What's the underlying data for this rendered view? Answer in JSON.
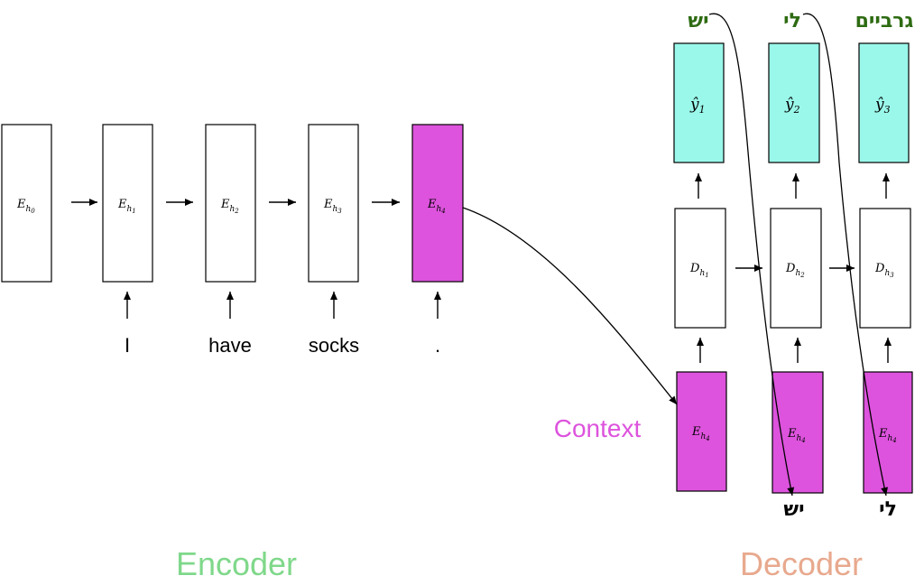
{
  "encoder": {
    "states": [
      {
        "symbol": "E",
        "sub": "h",
        "subsub": "0"
      },
      {
        "symbol": "E",
        "sub": "h",
        "subsub": "1"
      },
      {
        "symbol": "E",
        "sub": "h",
        "subsub": "2"
      },
      {
        "symbol": "E",
        "sub": "h",
        "subsub": "3"
      },
      {
        "symbol": "E",
        "sub": "h",
        "subsub": "4"
      }
    ],
    "inputs": [
      "I",
      "have",
      "socks",
      "."
    ],
    "label": "Encoder",
    "label_color": "#7fd88a"
  },
  "decoder": {
    "states": [
      {
        "symbol": "D",
        "sub": "h",
        "subsub": "1"
      },
      {
        "symbol": "D",
        "sub": "h",
        "subsub": "2"
      },
      {
        "symbol": "D",
        "sub": "h",
        "subsub": "3"
      }
    ],
    "contexts": [
      {
        "symbol": "E",
        "sub": "h",
        "subsub": "4"
      },
      {
        "symbol": "E",
        "sub": "h",
        "subsub": "4"
      },
      {
        "symbol": "E",
        "sub": "h",
        "subsub": "4"
      }
    ],
    "outputs": [
      {
        "symbol": "ŷ",
        "sub": "1"
      },
      {
        "symbol": "ŷ",
        "sub": "2"
      },
      {
        "symbol": "ŷ",
        "sub": "3"
      }
    ],
    "output_words": [
      "יש",
      "לי",
      "גרביים"
    ],
    "fed_inputs": [
      "יש",
      "לי"
    ],
    "label": "Decoder",
    "label_color": "#e8a98e"
  },
  "context_label": "Context",
  "context_color": "#dd53dd"
}
